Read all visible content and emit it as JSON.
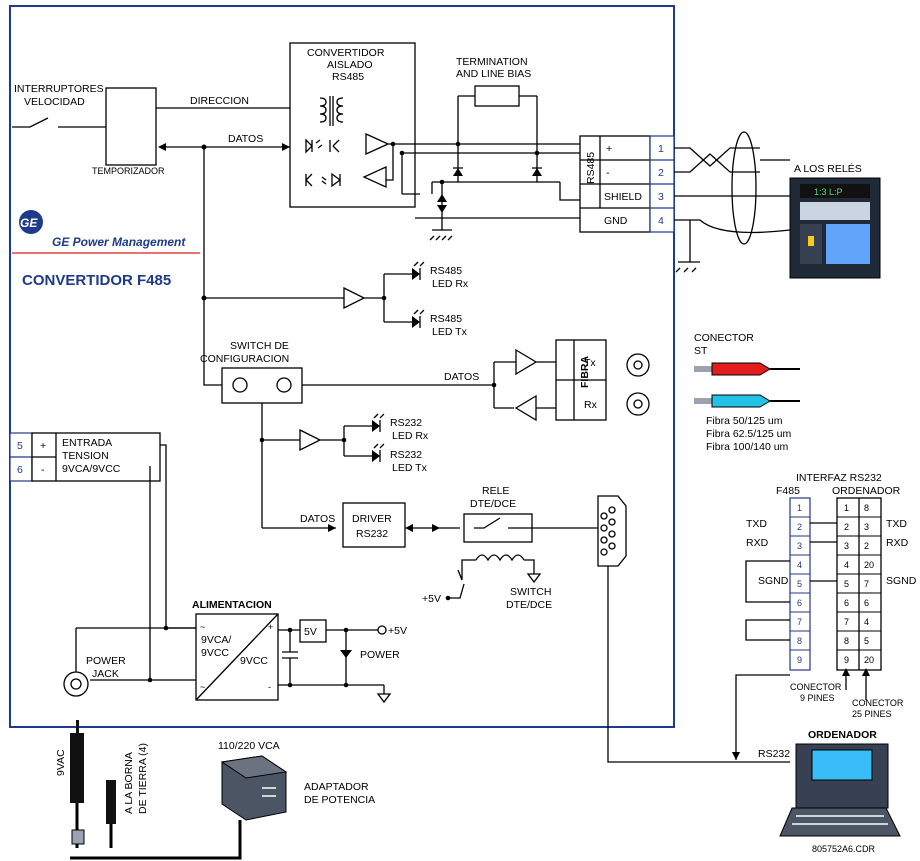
{
  "labels": {
    "interruptores": "INTERRUPTORES",
    "velocidad": "VELOCIDAD",
    "temporizador": "TEMPORIZADOR",
    "direccion": "DIRECCION",
    "datos": "DATOS",
    "convertidor": "CONVERTIDOR",
    "aislado": "AISLADO",
    "rs485": "RS485",
    "termination": "TERMINATION",
    "line_bias": "AND LINE BIAS",
    "plus": "+",
    "minus": "-",
    "shield": "SHIELD",
    "gnd": "GND",
    "a_los_reles": "A LOS RELÉS",
    "ge_brand": "GE Power Management",
    "convertidor_f485": "CONVERTIDOR F485",
    "rs485_led_rx_1": "RS485",
    "rs485_led_rx_2": "LED Rx",
    "rs485_led_tx_1": "RS485",
    "rs485_led_tx_2": "LED Tx",
    "switch_de": "SWITCH DE",
    "configuracion": "CONFIGURACION",
    "fibra": "FIBRA",
    "tx": "Tx",
    "rx": "Rx",
    "conector": "CONECTOR",
    "st": "ST",
    "fibra_1": "Fibra 50/125 um",
    "fibra_2": "Fibra 62.5/125 um",
    "fibra_3": "Fibra 100/140 um",
    "rs232_led_rx_1": "RS232",
    "rs232_led_rx_2": "LED Rx",
    "rs232_led_tx_1": "RS232",
    "rs232_led_tx_2": "LED Tx",
    "entrada": "ENTRADA",
    "tension": "TENSION",
    "vca_vcc": "9VCA/9VCC",
    "rele": "RELE",
    "dte_dce": "DTE/DCE",
    "driver": "DRIVER",
    "rs232": "RS232",
    "plus5v": "+5V",
    "switch": "SWITCH",
    "alimentacion": "ALIMENTACION",
    "vca_slash": "9VCA/",
    "vcc_9": "9VCC",
    "vcc_out": "9VCC",
    "five_v": "5V",
    "power": "POWER",
    "power_jack_1": "POWER",
    "power_jack_2": "JACK",
    "interfaz": "INTERFAZ RS232",
    "f485": "F485",
    "ordenador_hdr": "ORDENADOR",
    "txd": "TXD",
    "rxd": "RXD",
    "sgnd": "SGND",
    "conector_9_1": "CONECTOR",
    "conector_9_2": "9 PINES",
    "conector_25_1": "CONECTOR",
    "conector_25_2": "25 PINES",
    "ordenador": "ORDENADOR",
    "vac9": "9VAC",
    "borna_1": "A LA BORNA",
    "borna_2": "DE TIERRA (4)",
    "vca_110": "110/220 VCA",
    "adaptador_1": "ADAPTADOR",
    "adaptador_2": "DE POTENCIA",
    "code": "805752A6.CDR"
  },
  "terminals": [
    "1",
    "2",
    "3",
    "4"
  ],
  "power_terminals": [
    "5",
    "6"
  ],
  "pins_f485": [
    "1",
    "2",
    "3",
    "4",
    "5",
    "6",
    "7",
    "8",
    "9"
  ],
  "pins_9": [
    "1",
    "2",
    "3",
    "4",
    "5",
    "6",
    "7",
    "8",
    "9"
  ],
  "pins_25": [
    "8",
    "3",
    "2",
    "20",
    "7",
    "6",
    "4",
    "5",
    "20"
  ],
  "colors": {
    "frame": "#1e3a8a",
    "st_red": "#e11d1d",
    "st_cyan": "#22c1e6"
  }
}
